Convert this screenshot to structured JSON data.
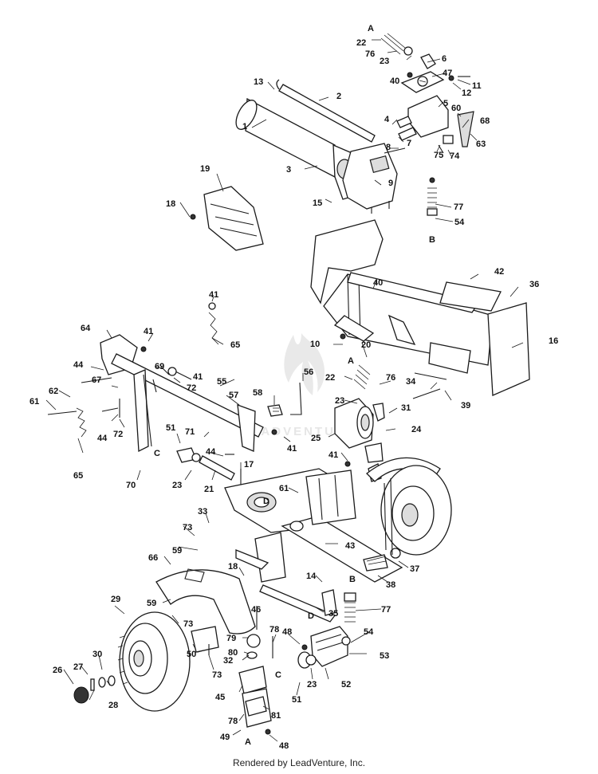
{
  "footer": {
    "credit": "Rendered by LeadVenture, Inc."
  },
  "watermark": {
    "text": "LEADVENTURE"
  },
  "connection_letters": [
    "A",
    "B",
    "A",
    "B",
    "C",
    "D",
    "C",
    "D",
    "A"
  ],
  "callouts": [
    "22",
    "76",
    "23",
    "6",
    "47",
    "40",
    "11",
    "12",
    "13",
    "2",
    "5",
    "60",
    "1",
    "4",
    "7",
    "68",
    "8",
    "75",
    "74",
    "63",
    "3",
    "19",
    "9",
    "77",
    "15",
    "18",
    "54",
    "42",
    "36",
    "40",
    "16",
    "41",
    "10",
    "64",
    "41",
    "65",
    "20",
    "44",
    "69",
    "41",
    "76",
    "22",
    "34",
    "72",
    "67",
    "55",
    "61",
    "62",
    "23",
    "31",
    "39",
    "58",
    "56",
    "57",
    "44",
    "72",
    "51",
    "71",
    "25",
    "24",
    "44",
    "41",
    "17",
    "41",
    "65",
    "70",
    "23",
    "21",
    "61",
    "33",
    "43",
    "73",
    "59",
    "66",
    "18",
    "37",
    "38",
    "59",
    "14",
    "29",
    "73",
    "35",
    "77",
    "46",
    "78",
    "48",
    "79",
    "54",
    "50",
    "80",
    "53",
    "30",
    "32",
    "27",
    "73",
    "26",
    "28",
    "52",
    "51",
    "45",
    "23",
    "81",
    "78",
    "49",
    "48"
  ],
  "colors": {
    "line": "#1a1a1a",
    "background": "#ffffff"
  }
}
